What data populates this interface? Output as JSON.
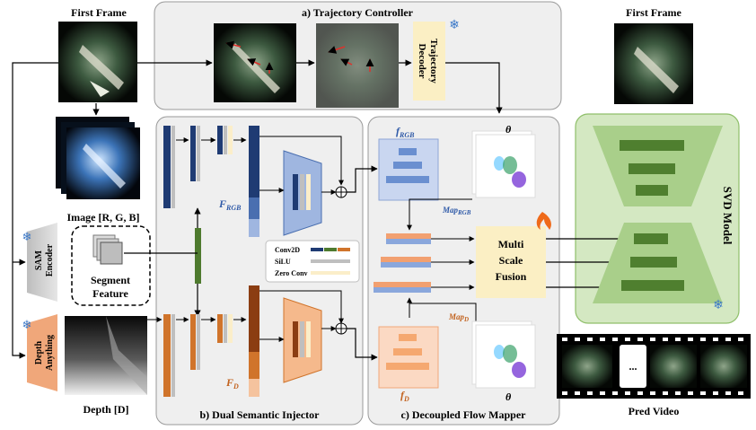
{
  "labels": {
    "first_frame_left": "First Frame",
    "first_frame_right": "First Frame",
    "trajectory_controller": "a) Trajectory Controller",
    "trajectory_decoder_line1": "Trajectory",
    "trajectory_decoder_line2": "Decoder",
    "image_rgb": "Image [R, G, B]",
    "sam_encoder_line1": "SAM",
    "sam_encoder_line2": "Encoder",
    "segment_feature_line1": "Segment",
    "segment_feature_line2": "Feature",
    "depth_anything_line1": "Depth",
    "depth_anything_line2": "Anything",
    "depth_d": "Depth [D]",
    "f_rgb_injector": "F",
    "f_rgb_injector_sub": "RGB",
    "f_d_injector": "F",
    "f_d_injector_sub": "D",
    "dual_semantic_injector": "b) Dual Semantic Injector",
    "decoupled_flow_mapper": "c) Decoupled Flow Mapper",
    "f_rgb_mapper": "f",
    "f_rgb_mapper_sub": "RGB",
    "f_d_mapper": "f",
    "f_d_mapper_sub": "D",
    "map_rgb": "Map",
    "map_rgb_sub": "RGB",
    "map_d": "Map",
    "map_d_sub": "D",
    "theta_top": "θ",
    "theta_bottom": "θ",
    "multi_scale_fusion_line1": "Multi",
    "multi_scale_fusion_line2": "Scale",
    "multi_scale_fusion_line3": "Fusion",
    "svd_model": "SVD Model",
    "pred_video": "Pred Video",
    "ellipsis": "..."
  },
  "legend": {
    "conv2d": "Conv2D",
    "silu": "SiLU",
    "zero_conv": "Zero Conv"
  },
  "colors": {
    "blue_dark": "#1f3b73",
    "blue_mid": "#4a6fb0",
    "blue_light": "#9fb6e0",
    "orange": "#d0742b",
    "orange_dark": "#8b3d12",
    "green_conv": "#4e7a2e",
    "svd_green": "#d4e8c2",
    "svd_dark": "#4f7f2f",
    "fusion_yellow": "#fbefc4",
    "zero_conv": "#fbeec9",
    "silu": "#bfbfbf",
    "panel_gray": "#efefef",
    "frozen_icon": "snowflake",
    "trainable_icon": "flame"
  }
}
